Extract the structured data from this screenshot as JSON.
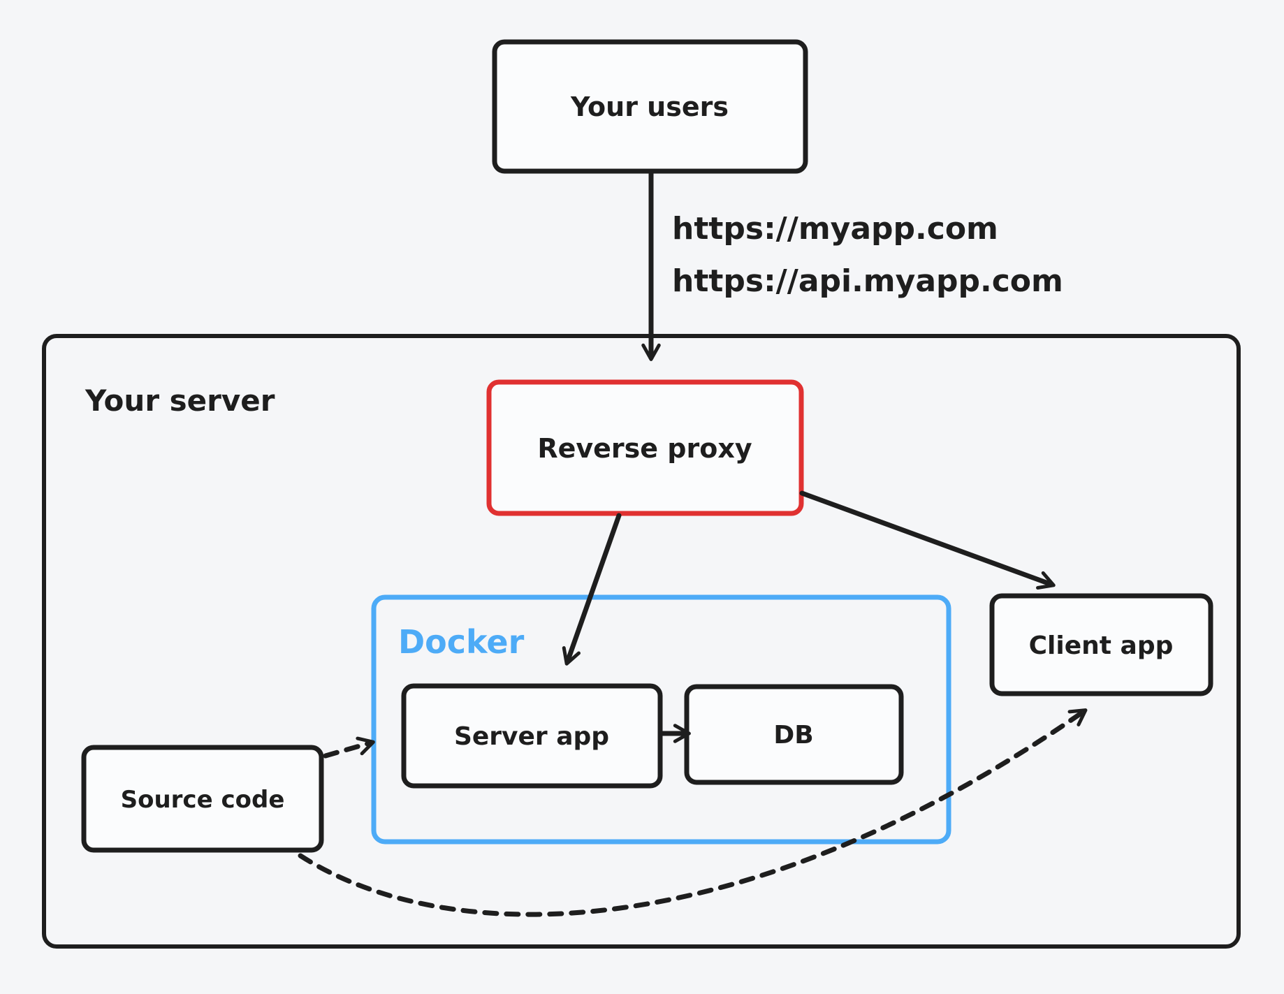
{
  "diagram": {
    "kind": "architecture-sketch",
    "nodes": {
      "your_users": {
        "label": "Your users"
      },
      "your_server": {
        "label": "Your server"
      },
      "reverse_proxy": {
        "label": "Reverse proxy",
        "accent_color": "#e03131"
      },
      "docker": {
        "label": "Docker",
        "accent_color": "#4dabf7"
      },
      "server_app": {
        "label": "Server app"
      },
      "db": {
        "label": "DB"
      },
      "client_app": {
        "label": "Client app"
      },
      "source_code": {
        "label": "Source code"
      }
    },
    "edges": {
      "users_to_proxy": {
        "style": "solid-arrow",
        "labels": [
          "https://myapp.com",
          "https://api.myapp.com"
        ]
      },
      "proxy_to_server_app": {
        "style": "solid-arrow"
      },
      "proxy_to_client_app": {
        "style": "solid-arrow"
      },
      "server_app_to_db": {
        "style": "solid-arrow"
      },
      "source_to_server_app": {
        "style": "dashed-arrow"
      },
      "source_to_client_app": {
        "style": "dashed-curved-arrow"
      }
    },
    "colors": {
      "background": "#f5f6f8",
      "stroke": "#1e1e1e",
      "red_accent": "#e03131",
      "blue_accent": "#4dabf7",
      "box_fill": "#fbfcfd"
    }
  }
}
